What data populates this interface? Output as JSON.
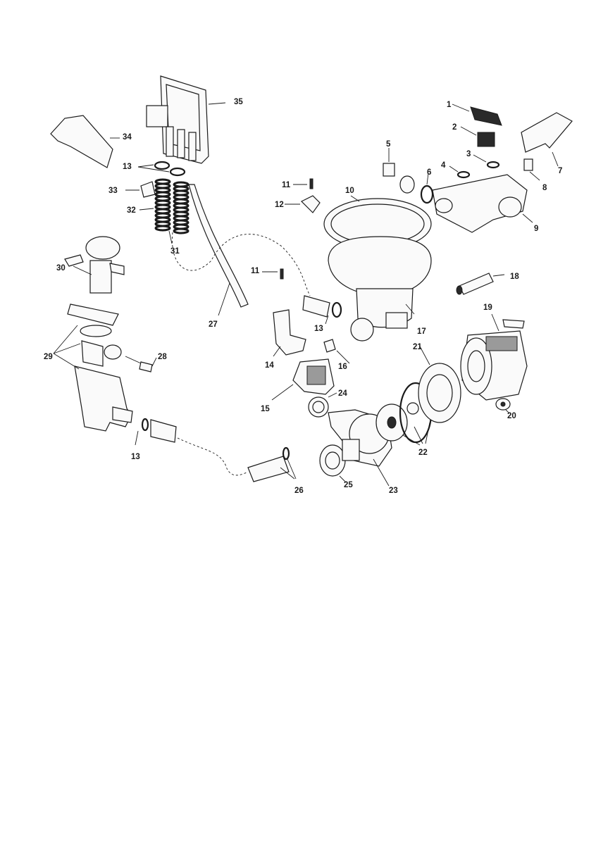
{
  "labels": [
    "1",
    "2",
    "3",
    "4",
    "5",
    "6",
    "7",
    "8",
    "9",
    "10",
    "11",
    "12",
    "11",
    "13",
    "14",
    "15",
    "16",
    "17",
    "18",
    "19",
    "20",
    "21",
    "22",
    "23",
    "24",
    "25",
    "26",
    "27",
    "13",
    "28",
    "29",
    "30",
    "31",
    "32",
    "33",
    "13",
    "34",
    "35"
  ]
}
